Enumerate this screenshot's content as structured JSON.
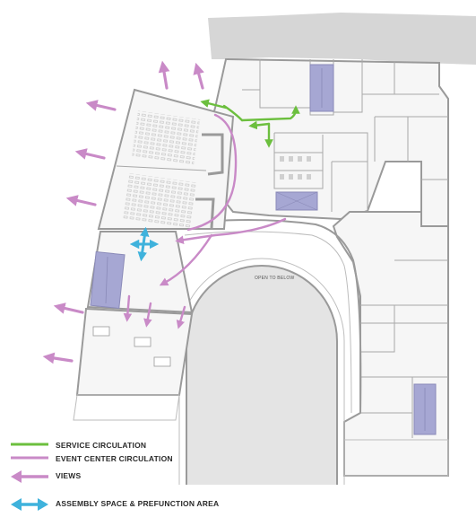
{
  "diagram": {
    "open_label": "OPEN TO BELOW",
    "colors": {
      "service": "#6cbf3e",
      "event": "#c98ac7",
      "views": "#c98ac7",
      "assembly": "#3fb2dc",
      "stair": "#a6a7d3",
      "context": "#d6d6d6",
      "wall": "#9a9a9a"
    }
  },
  "legend": {
    "items": [
      {
        "label": "SERVICE CIRCULATION",
        "icon": "line",
        "color": "#6cbf3e"
      },
      {
        "label": "EVENT CENTER CIRCULATION",
        "icon": "line",
        "color": "#c98ac7"
      },
      {
        "label": "VIEWS",
        "icon": "arrow",
        "color": "#c98ac7"
      },
      {
        "label": "ASSEMBLY SPACE & PREFUNCTION AREA",
        "icon": "double-arrow",
        "color": "#3fb2dc"
      }
    ]
  }
}
